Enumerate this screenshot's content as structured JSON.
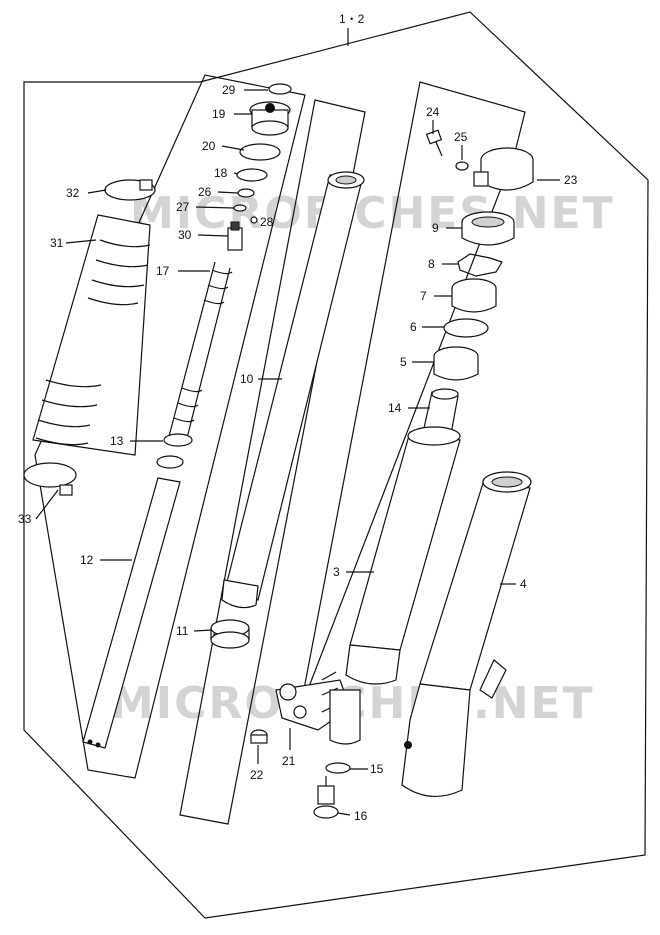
{
  "assembly_label": "1・2",
  "watermark": "MICROFICHES.NET",
  "callouts": [
    {
      "id": "p29",
      "num": "29"
    },
    {
      "id": "p19",
      "num": "19"
    },
    {
      "id": "p20",
      "num": "20"
    },
    {
      "id": "p18",
      "num": "18"
    },
    {
      "id": "p26",
      "num": "26"
    },
    {
      "id": "p27",
      "num": "27"
    },
    {
      "id": "p28",
      "num": "28"
    },
    {
      "id": "p30",
      "num": "30"
    },
    {
      "id": "p17",
      "num": "17"
    },
    {
      "id": "p32",
      "num": "32"
    },
    {
      "id": "p31",
      "num": "31"
    },
    {
      "id": "p13",
      "num": "13"
    },
    {
      "id": "p33",
      "num": "33"
    },
    {
      "id": "p12",
      "num": "12"
    },
    {
      "id": "p10",
      "num": "10"
    },
    {
      "id": "p11",
      "num": "11"
    },
    {
      "id": "p24",
      "num": "24"
    },
    {
      "id": "p25",
      "num": "25"
    },
    {
      "id": "p23",
      "num": "23"
    },
    {
      "id": "p9",
      "num": "9"
    },
    {
      "id": "p8",
      "num": "8"
    },
    {
      "id": "p7",
      "num": "7"
    },
    {
      "id": "p6",
      "num": "6"
    },
    {
      "id": "p5",
      "num": "5"
    },
    {
      "id": "p14",
      "num": "14"
    },
    {
      "id": "p3",
      "num": "3"
    },
    {
      "id": "p4",
      "num": "4"
    },
    {
      "id": "p21",
      "num": "21"
    },
    {
      "id": "p22",
      "num": "22"
    },
    {
      "id": "p15",
      "num": "15"
    },
    {
      "id": "p16",
      "num": "16"
    }
  ]
}
